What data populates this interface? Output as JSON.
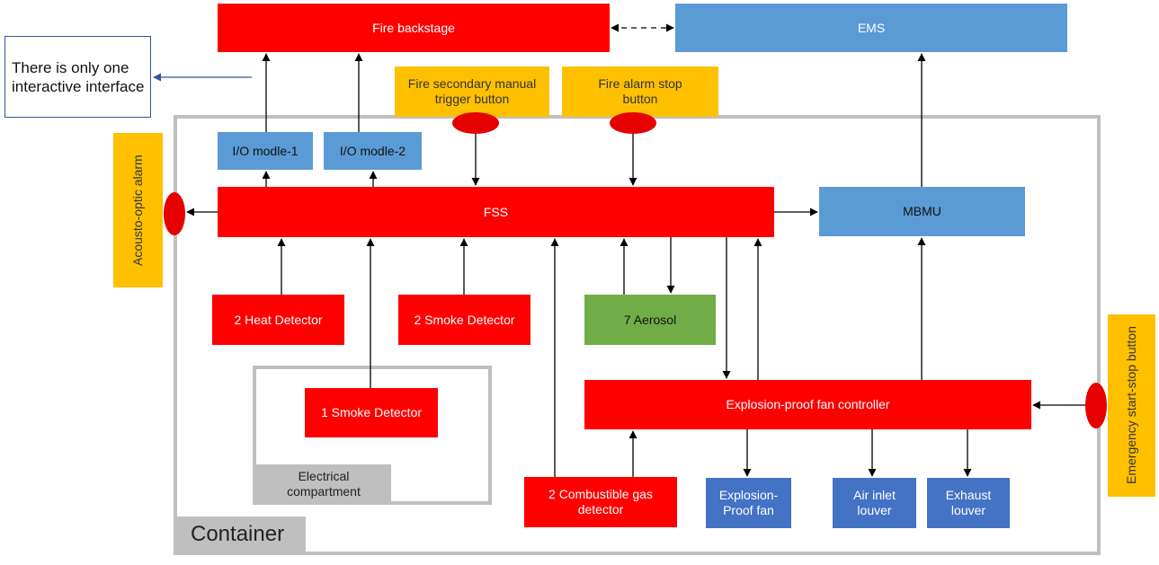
{
  "colors": {
    "red": "#ff0000",
    "blue": "#5b9bd5",
    "dark_blue": "#4472c4",
    "green": "#70ad47",
    "orange": "#ffc000",
    "grey": "#bfbfbf"
  },
  "note": "There is only one interactive interface",
  "nodes": {
    "fire_backstage": "Fire backstage",
    "ems": "EMS",
    "fire_secondary_button": "Fire secondary manual trigger button",
    "fire_alarm_stop_button": "Fire alarm stop button",
    "io_module_1": "I/O modle-1",
    "io_module_2": "I/O modle-2",
    "acousto_optic_alarm": "Acousto-optic alarm",
    "fss": "FSS",
    "mbmu": "MBMU",
    "heat_detector": "2 Heat Detector",
    "smoke_detector_2": "2 Smoke Detector",
    "aerosol": "7 Aerosol",
    "smoke_detector_1": "1 Smoke Detector",
    "electrical_compartment": "Electrical compartment",
    "explosion_fan_controller": "Explosion-proof fan controller",
    "emergency_button": "Emergency start-stop button",
    "combustible_gas_detector": "2 Combustible gas detector",
    "explosion_proof_fan": "Explosion-Proof fan",
    "air_inlet_louver": "Air inlet louver",
    "exhaust_louver": "Exhaust louver",
    "container": "Container"
  }
}
